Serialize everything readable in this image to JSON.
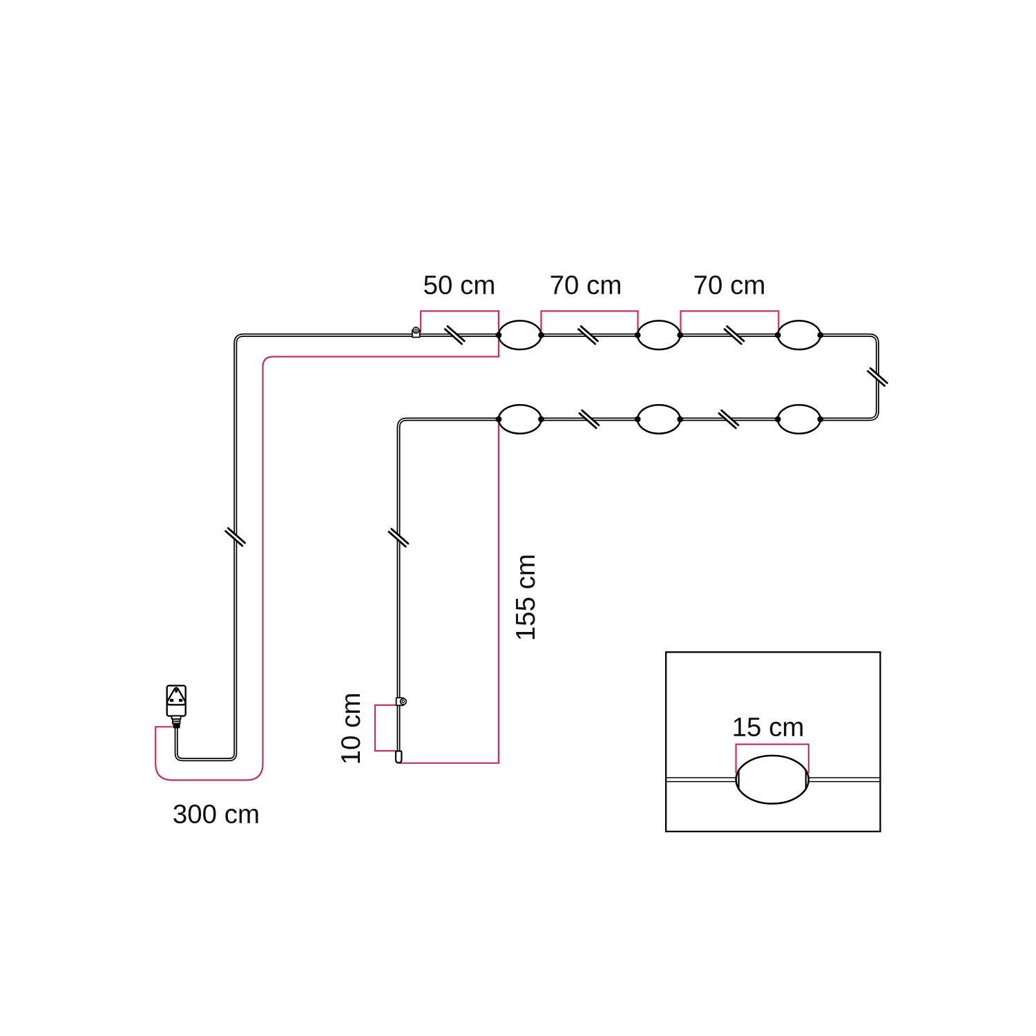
{
  "diagram": {
    "type": "string-light dimension diagram",
    "labels": {
      "hook_to_first_lamp": "50 cm",
      "lamp_spacing_1": "70 cm",
      "lamp_spacing_2": "70 cm",
      "plug_to_hook_cable": "300 cm",
      "drop_cable": "155 cm",
      "hook_to_cable_end": "10 cm",
      "inset_lamp_width": "15 cm"
    },
    "components": {
      "plug": "uk-plug-icon",
      "lamp": "lamp-oval-icon",
      "hook": "eyelet-hook-icon",
      "cable_break": "cable-break-icon",
      "cable_end": "cable-tip-icon",
      "inset": "lamp-detail-inset-box"
    },
    "counts": {
      "lamps_top_row": 3,
      "lamps_bottom_row": 3,
      "hooks": 2,
      "cable_breaks": 8
    }
  },
  "colors": {
    "accent": "#c13062",
    "line": "#000000",
    "text": "#0f0f0f",
    "background": "#ffffff"
  }
}
